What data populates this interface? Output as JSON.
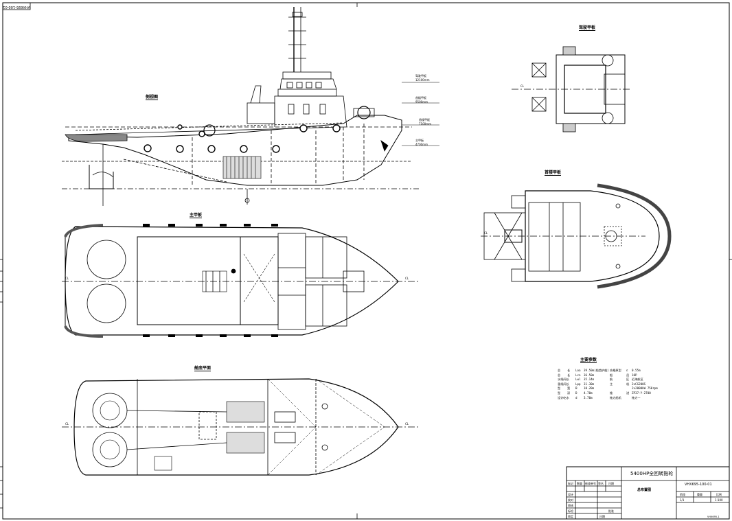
{
  "drawing_number_rotated": "VHX695-100-01",
  "views": {
    "profile_title": "侧视图",
    "main_deck_title": "主甲板",
    "hold_title": "舱底平面",
    "wheelhouse_title": "驾驶甲板",
    "forecastle_title": "首楼甲板"
  },
  "elevations": [
    {
      "name": "驾驶甲板",
      "value": "12100mm"
    },
    {
      "name": "首楼甲板",
      "value": "9500mm"
    },
    {
      "name": "首楼甲板",
      "value": "7100mm"
    },
    {
      "name": "主甲板",
      "value": "4700mm"
    }
  ],
  "centerline_symbol": "CL",
  "principal_particulars": {
    "title": "主要参数",
    "rows": [
      {
        "k1": "总",
        "k2": "长",
        "sym": "Loa",
        "val": "39.50m(船首护舷)",
        "k3": "合格原型",
        "k4": "ε",
        "val2": "0.55m"
      },
      {
        "k1": "总",
        "k2": "长",
        "sym": "Lcn",
        "val": "36.50m",
        "k3": "船",
        "k4": "员",
        "val2": "10P"
      },
      {
        "k1": "水线间长",
        "k2": "",
        "sym": "Lwl",
        "val": "35.14m",
        "k3": "航",
        "k4": "区",
        "val2": "近海航区"
      },
      {
        "k1": "垂线间长",
        "k2": "",
        "sym": "Lpp",
        "val": "31.30m",
        "k3": "主",
        "k4": "机",
        "val2": "2xCG200S"
      },
      {
        "k1": "型",
        "k2": "宽",
        "sym": "B",
        "val": "10.20m",
        "k3": "",
        "k4": "",
        "val2": "2x2000kW  750rpm"
      },
      {
        "k1": "型",
        "k2": "深",
        "sym": "D",
        "val": "4.70m",
        "k3": "推",
        "k4": "进",
        "val2": "ZP37-Y-2700"
      },
      {
        "k1": "设计吃水",
        "k2": "",
        "sym": "d",
        "val": "3.70m",
        "k3": "拖力船机",
        "k4": "",
        "val2": "拖力一"
      }
    ]
  },
  "title_block": {
    "project": "5400HP全回转拖轮",
    "drawing_name": "总布置图",
    "drawing_no": "VHX695-100-01",
    "col_headers": [
      "标记",
      "数量",
      "修改单号",
      "签名",
      "日期"
    ],
    "role_labels": [
      "设计",
      "校对",
      "审核",
      "标检",
      "审定",
      "日期"
    ],
    "stage_header": [
      "阶段",
      "重量",
      "比例"
    ],
    "sheet": "1/1",
    "scale": "1:100",
    "batch": "批准"
  },
  "corner_mark": "VHX695-1"
}
